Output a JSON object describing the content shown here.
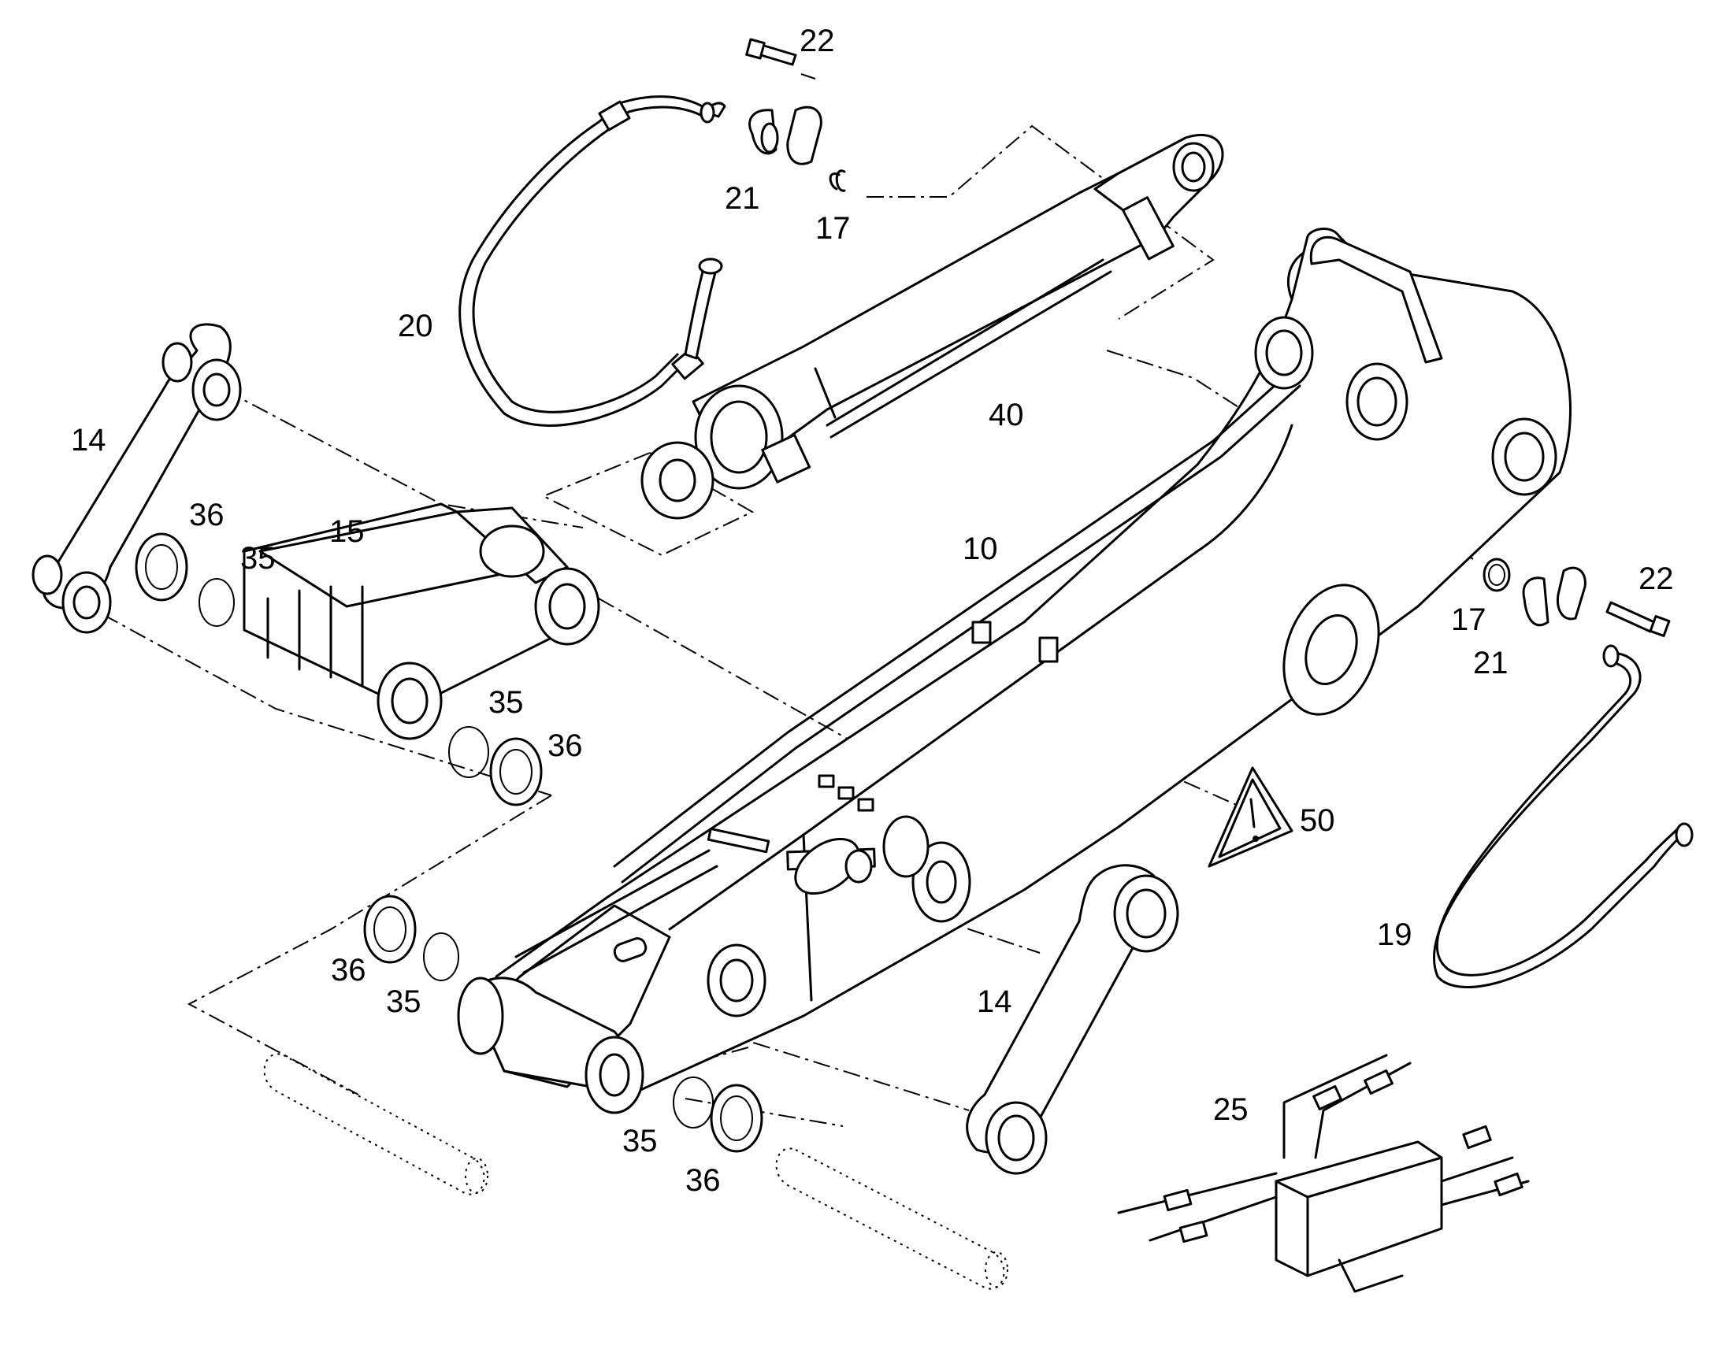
{
  "callouts": {
    "c10": "10",
    "c14_left": "14",
    "c14_right": "14",
    "c15": "15",
    "c17_top": "17",
    "c17_right": "17",
    "c19": "19",
    "c20": "20",
    "c21_top": "21",
    "c21_right": "21",
    "c22_top": "22",
    "c22_right": "22",
    "c25": "25",
    "c35_a": "35",
    "c35_b": "35",
    "c35_c": "35",
    "c35_d": "35",
    "c36_a": "36",
    "c36_b": "36",
    "c36_c": "36",
    "c36_d": "36",
    "c40": "40",
    "c50": "50"
  },
  "colors": {
    "line": "#000000",
    "background": "#ffffff"
  }
}
